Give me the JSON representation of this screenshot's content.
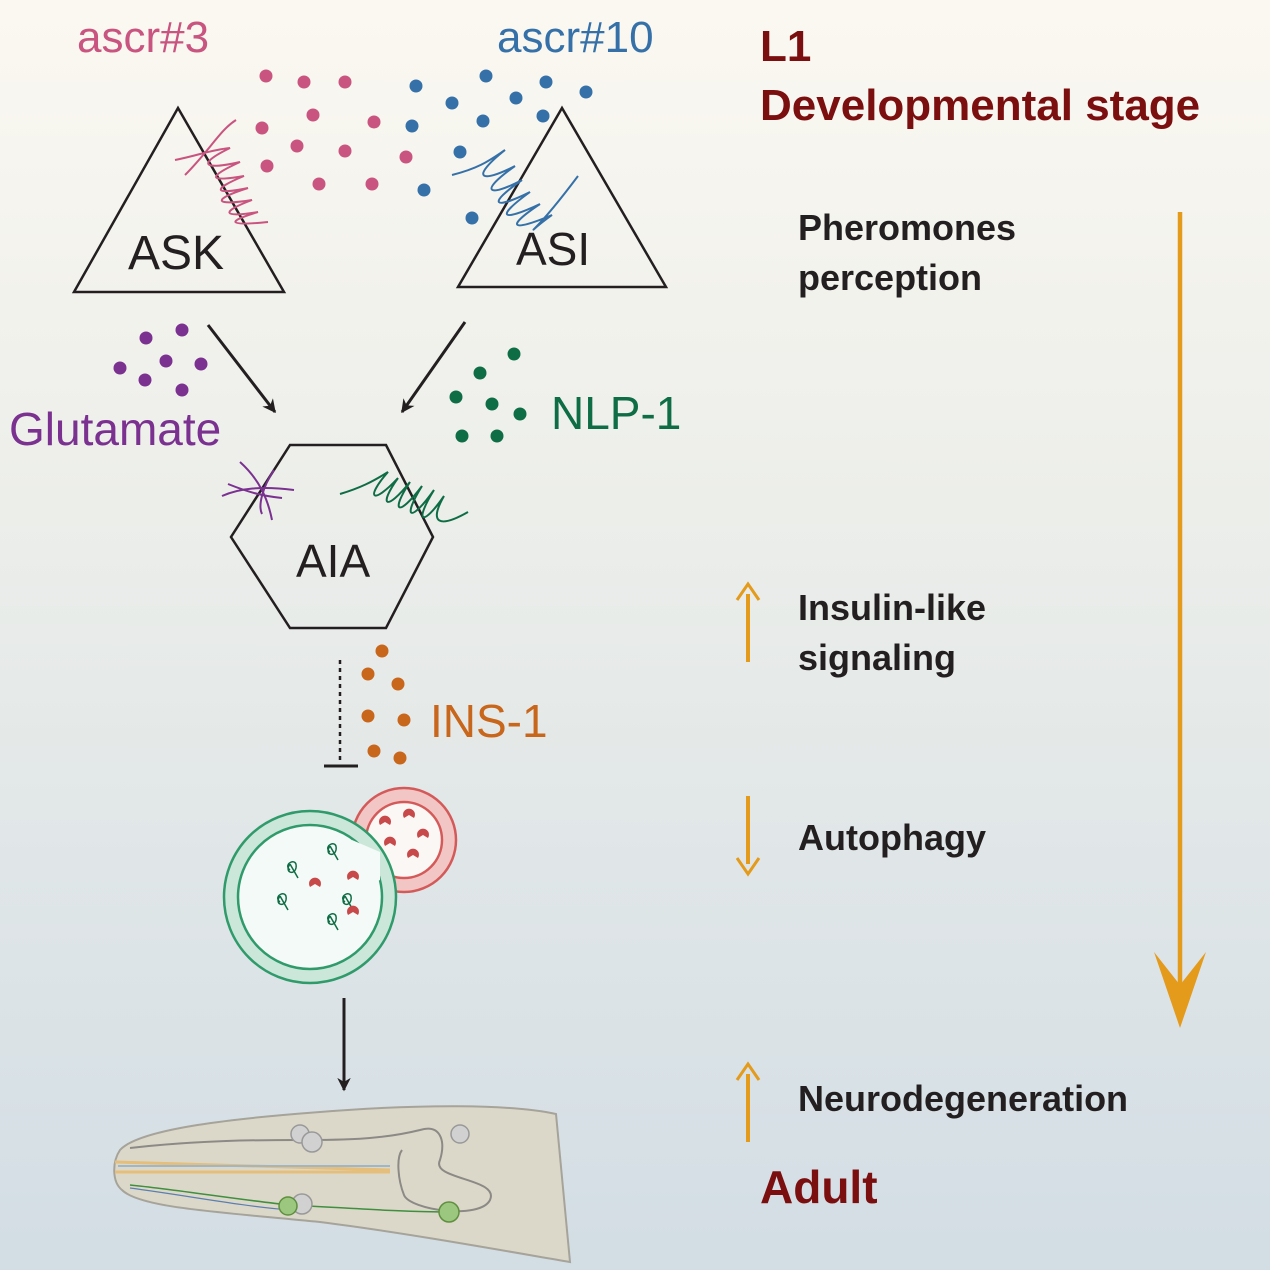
{
  "colors": {
    "ascr3": "#c8547f",
    "ascr10": "#3571a8",
    "glutamate": "#7b3190",
    "nlp1": "#0f6d45",
    "ins1": "#c8661b",
    "stage": "#7b0f0f",
    "trend_arrow": "#e49a1a",
    "text": "#231f20",
    "autophagosome": "#2f9a6a",
    "lysosome": "#d45a5a"
  },
  "signals": {
    "ascr3": "ascr#3",
    "ascr10": "ascr#10",
    "glutamate": "Glutamate",
    "nlp1": "NLP-1",
    "ins1": "INS-1"
  },
  "neurons": {
    "ask": "ASK",
    "asi": "ASI",
    "aia": "AIA"
  },
  "stages": {
    "start": [
      "L1",
      "Developmental stage"
    ],
    "end": "Adult"
  },
  "processes": [
    {
      "lines": [
        "Pheromones",
        "perception"
      ],
      "trend": "none",
      "icon": "none"
    },
    {
      "lines": [
        "Insulin-like",
        "signaling"
      ],
      "trend": "up",
      "icon": "arrow-up-icon"
    },
    {
      "lines": [
        "Autophagy"
      ],
      "trend": "down",
      "icon": "arrow-down-icon"
    },
    {
      "lines": [
        "Neurodegeneration"
      ],
      "trend": "up",
      "icon": "arrow-up-icon"
    }
  ]
}
